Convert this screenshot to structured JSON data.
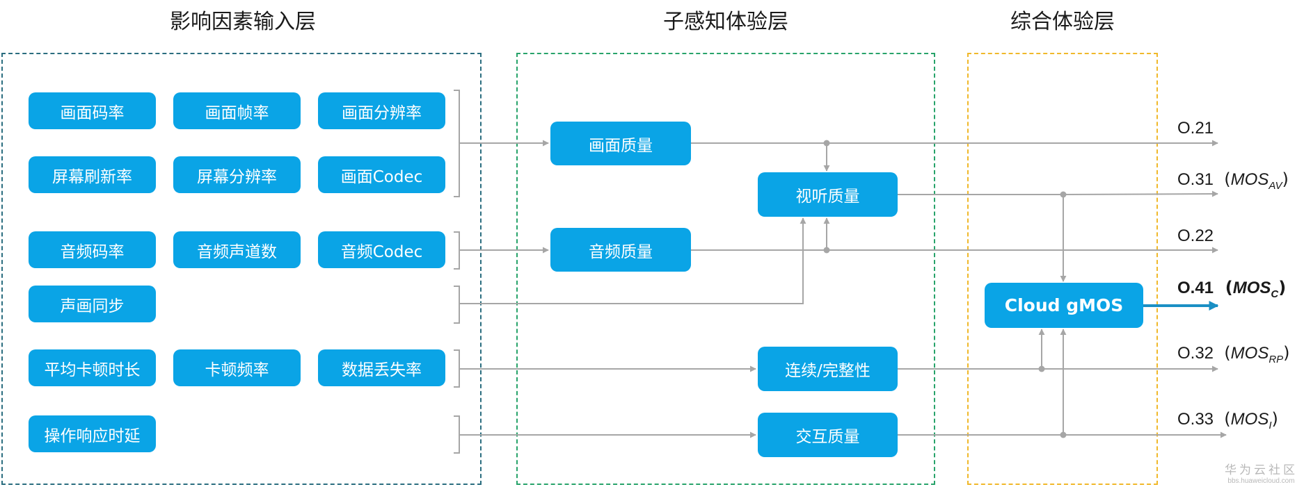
{
  "layers": {
    "input": "影响因素输入层",
    "sub": "子感知体验层",
    "overall": "综合体验层"
  },
  "inputs": {
    "video_bitrate": "画面码率",
    "frame_rate": "画面帧率",
    "video_resolution": "画面分辨率",
    "refresh_rate": "屏幕刷新率",
    "screen_resolution": "屏幕分辨率",
    "video_codec": "画面Codec",
    "audio_bitrate": "音频码率",
    "audio_channels": "音频声道数",
    "audio_codec": "音频Codec",
    "av_sync": "声画同步",
    "avg_stall": "平均卡顿时长",
    "stall_freq": "卡顿频率",
    "data_loss": "数据丢失率",
    "latency": "操作响应时延"
  },
  "sub_nodes": {
    "video_quality": "画面质量",
    "audio_quality": "音频质量",
    "av_quality": "视听质量",
    "continuity": "连续/完整性",
    "interaction": "交互质量"
  },
  "overall_node": "Cloud gMOS",
  "outputs": {
    "o21": {
      "code": "O.21"
    },
    "o31": {
      "code": "O.31",
      "mos": "MOS",
      "sub": "AV"
    },
    "o22": {
      "code": "O.22"
    },
    "o41": {
      "code": "O.41",
      "mos": "MOS",
      "sub": "C"
    },
    "o32": {
      "code": "O.32",
      "mos": "MOS",
      "sub": "RP"
    },
    "o33": {
      "code": "O.33",
      "mos": "MOS",
      "sub": "I"
    }
  },
  "watermark": {
    "cn": "华为云社区",
    "url": "bbs.huaweicloud.com"
  },
  "colors": {
    "node": "#0aa4e6",
    "line": "#a6a6a6",
    "main_arrow": "#1a8fc4"
  }
}
